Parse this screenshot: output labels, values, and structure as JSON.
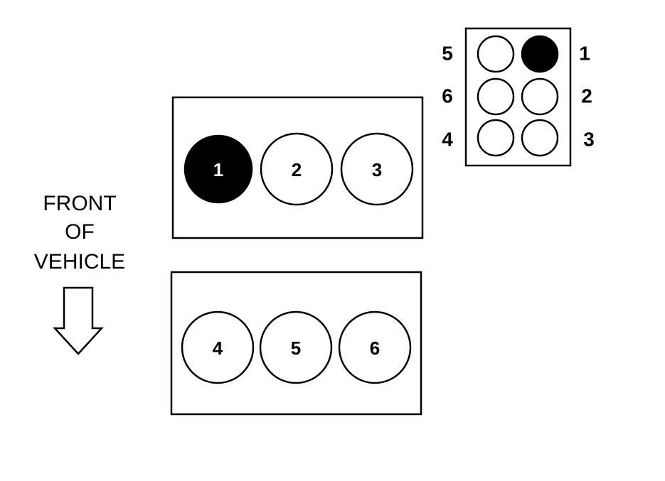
{
  "front_label": {
    "line1": "FRONT",
    "line2": "OF",
    "line3": "VEHICLE"
  },
  "colors": {
    "ink": "#000000",
    "paper": "#ffffff"
  },
  "banks": [
    {
      "name": "upper-bank",
      "cylinders": [
        {
          "number": "1",
          "highlighted": true
        },
        {
          "number": "2",
          "highlighted": false
        },
        {
          "number": "3",
          "highlighted": false
        }
      ]
    },
    {
      "name": "lower-bank",
      "cylinders": [
        {
          "number": "4",
          "highlighted": false
        },
        {
          "number": "5",
          "highlighted": false
        },
        {
          "number": "6",
          "highlighted": false
        }
      ]
    }
  ],
  "coil_pack": {
    "rows": [
      {
        "left": "5",
        "right": "1",
        "left_filled": false,
        "right_filled": true
      },
      {
        "left": "6",
        "right": "2",
        "left_filled": false,
        "right_filled": false
      },
      {
        "left": "4",
        "right": "3",
        "left_filled": false,
        "right_filled": false
      }
    ]
  }
}
